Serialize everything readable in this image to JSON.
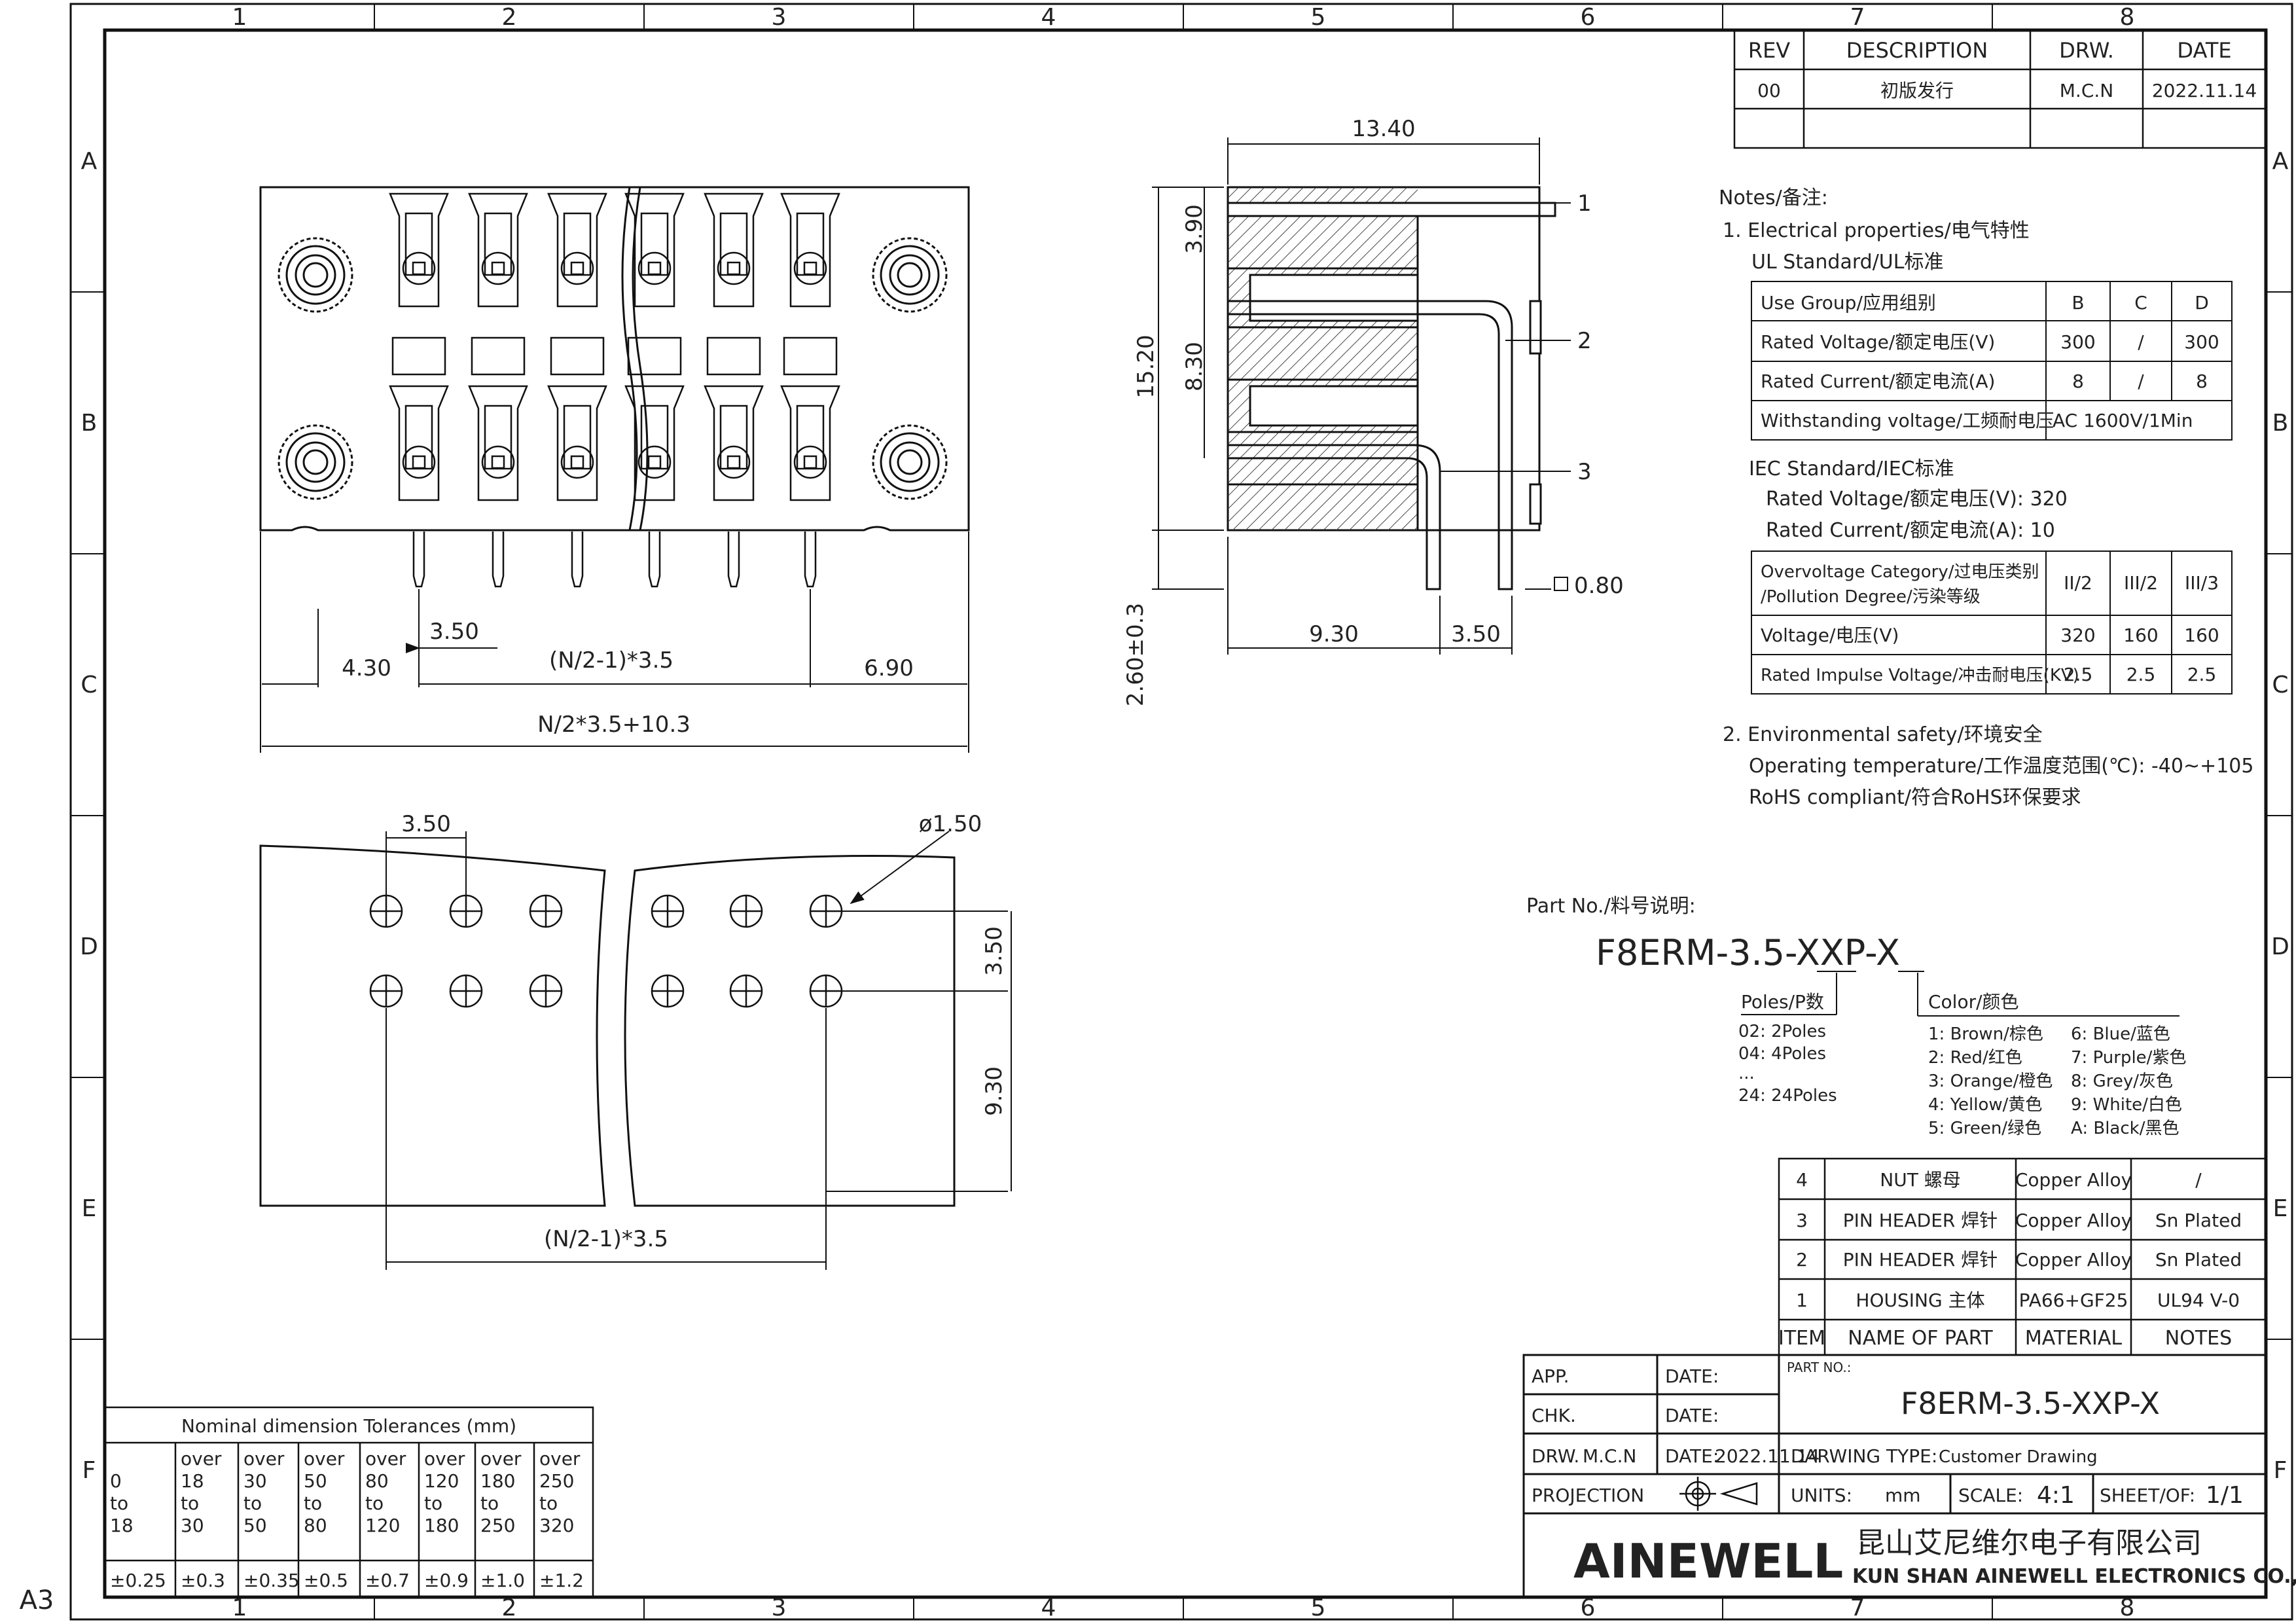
{
  "sheet": {
    "size": "A3",
    "cols": [
      "1",
      "2",
      "3",
      "4",
      "5",
      "6",
      "7",
      "8"
    ],
    "rows": [
      "A",
      "B",
      "C",
      "D",
      "E",
      "F"
    ]
  },
  "revision": {
    "headers": [
      "REV",
      "DESCRIPTION",
      "DRW.",
      "DATE"
    ],
    "rows": [
      [
        "00",
        "初版发行",
        "M.C.N",
        "2022.11.14"
      ]
    ]
  },
  "notes": {
    "title": "Notes/备注:",
    "section1": "1. Electrical properties/电气特性",
    "ul_title": "UL Standard/UL标准",
    "ul_table": [
      [
        "Use Group/应用组别",
        "B",
        "C",
        "D"
      ],
      [
        "Rated Voltage/额定电压(V)",
        "300",
        "/",
        "300"
      ],
      [
        "Rated Current/额定电流(A)",
        "8",
        "/",
        "8"
      ],
      [
        "Withstanding voltage/工频耐电压",
        "AC 1600V/1Min"
      ]
    ],
    "iec_title": "IEC Standard/IEC标准",
    "iec_voltage": "Rated Voltage/额定电压(V): 320",
    "iec_current": "Rated Current/额定电流(A): 10",
    "iec_table": {
      "overvoltage_1": "Overvoltage Category/过电压类别",
      "overvoltage_2": "/Pollution Degree/污染等级",
      "cols": [
        "II/2",
        "III/2",
        "III/3"
      ],
      "voltage_label": "Voltage/电压(V)",
      "voltage": [
        "320",
        "160",
        "160"
      ],
      "impulse_label": "Rated Impulse Voltage/冲击耐电压(KV)",
      "impulse": [
        "2.5",
        "2.5",
        "2.5"
      ]
    },
    "section2": "2. Environmental safety/环境安全",
    "temp": "Operating temperature/工作温度范围(℃): -40~+105",
    "rohs": "RoHS compliant/符合RoHS环保要求"
  },
  "part_number": {
    "title": "Part No./料号说明:",
    "code": "F8ERM-3.5-XXP-X",
    "poles_title": "Poles/P数",
    "poles": [
      "02: 2Poles",
      "04: 4Poles",
      "...",
      "24: 24Poles"
    ],
    "color_title": "Color/颜色",
    "colors_left": [
      "1: Brown/棕色",
      "2: Red/红色",
      "3: Orange/橙色",
      "4: Yellow/黄色",
      "5: Green/绿色"
    ],
    "colors_right": [
      "6: Blue/蓝色",
      "7: Purple/紫色",
      "8: Grey/灰色",
      "9: White/白色",
      "A: Black/黑色"
    ]
  },
  "bom": {
    "rows": [
      [
        "4",
        "NUT 螺母",
        "Copper Alloy",
        "/"
      ],
      [
        "3",
        "PIN HEADER 焊针",
        "Copper Alloy",
        "Sn Plated"
      ],
      [
        "2",
        "PIN HEADER 焊针",
        "Copper Alloy",
        "Sn Plated"
      ],
      [
        "1",
        "HOUSING 主体",
        "PA66+GF25",
        "UL94 V-0"
      ]
    ],
    "headers": [
      "ITEM",
      "NAME OF PART",
      "MATERIAL",
      "NOTES"
    ]
  },
  "title_block": {
    "app": "APP.",
    "chk": "CHK.",
    "drw": "DRW.",
    "drw_by": "M.C.N",
    "date_label": "DATE:",
    "date": "2022.11.14",
    "projection": "PROJECTION",
    "part_no_label": "PART NO.:",
    "part_no": "F8ERM-3.5-XXP-X",
    "drawing_type_label": "DARWING TYPE:",
    "drawing_type": "Customer Drawing",
    "units_label": "UNITS:",
    "units": "mm",
    "scale_label": "SCALE:",
    "scale": "4:1",
    "sheet_label": "SHEET/OF:",
    "sheet": "1/1",
    "logo": "AINEWELL",
    "company_cn": "昆山艾尼维尔电子有限公司",
    "company_en": "KUN SHAN AINEWELL ELECTRONICS CO.,LTD"
  },
  "tolerances": {
    "title": "Nominal dimension Tolerances (mm)",
    "ranges": [
      [
        "0",
        "to",
        "18"
      ],
      [
        "over",
        "18",
        "to",
        "30"
      ],
      [
        "over",
        "30",
        "to",
        "50"
      ],
      [
        "over",
        "50",
        "to",
        "80"
      ],
      [
        "over",
        "80",
        "to",
        "120"
      ],
      [
        "over",
        "120",
        "to",
        "180"
      ],
      [
        "over",
        "180",
        "to",
        "250"
      ],
      [
        "over",
        "250",
        "to",
        "320"
      ]
    ],
    "values": [
      "±0.25",
      "±0.3",
      "±0.35",
      "±0.5",
      "±0.7",
      "±0.9",
      "±1.0",
      "±1.2"
    ]
  },
  "dims": {
    "front_pitch": "3.50",
    "front_left": "4.30",
    "front_mid": "(N/2-1)*3.5",
    "front_right": "6.90",
    "front_total": "N/2*3.5+10.3",
    "side_width": "13.40",
    "side_top": "3.90",
    "side_mid": "8.30",
    "side_height": "15.20",
    "side_pin": "2.60±0.3",
    "side_bottom": "9.30",
    "side_pitch": "3.50",
    "side_square": "0.80",
    "callouts": [
      "1",
      "2",
      "3"
    ],
    "pcb_pitch": "3.50",
    "pcb_hole": "ø1.50",
    "pcb_row": "3.50",
    "pcb_offset": "9.30",
    "pcb_span": "(N/2-1)*3.5"
  }
}
